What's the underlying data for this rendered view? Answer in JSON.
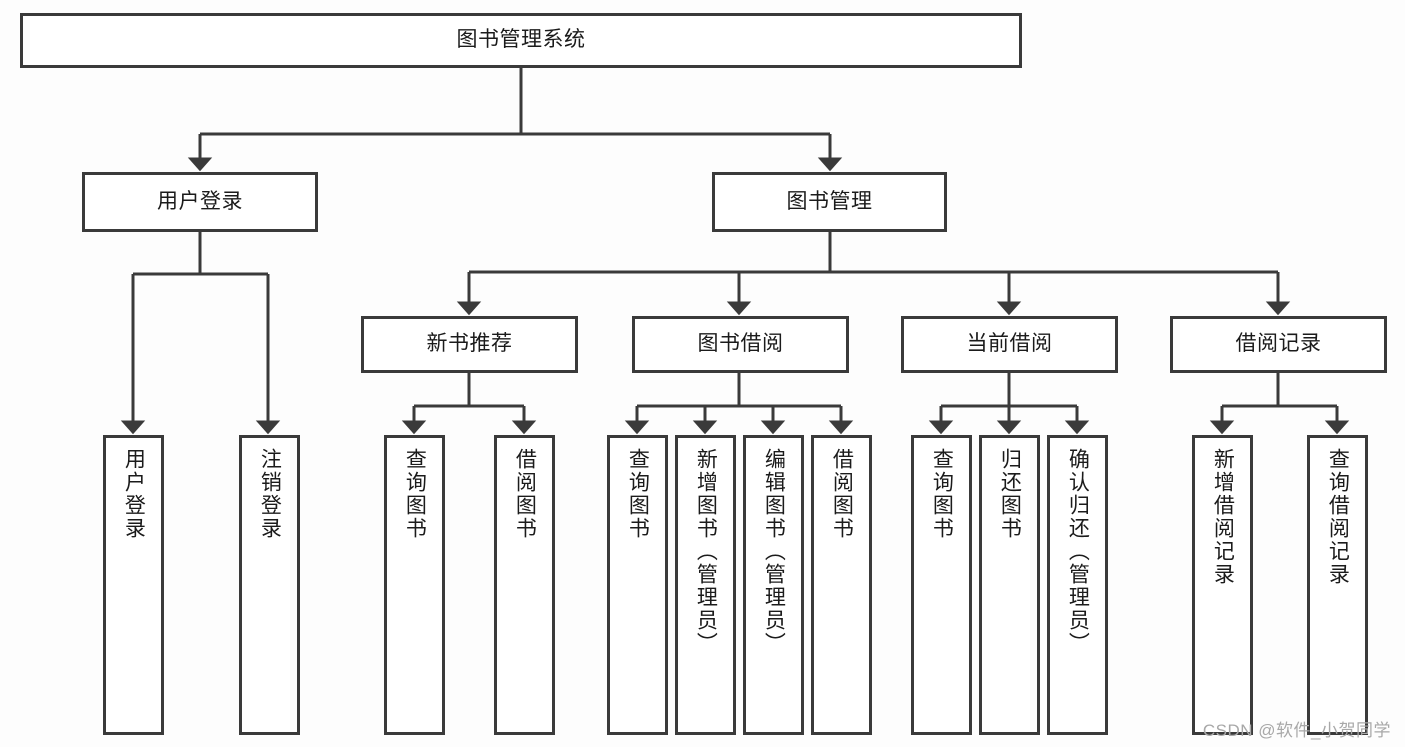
{
  "diagram": {
    "title": "图书管理系统",
    "type": "tree-hierarchy-chart",
    "watermark": "CSDN @软件_小贺同学",
    "colors": {
      "stroke": "#3a3a3a",
      "box_fill": "#ffffff",
      "text": "#1b1b1b",
      "background": "#fdfdfd",
      "watermark": "#a8a8a8"
    },
    "nodes": {
      "root": {
        "label": "图书管理系统"
      },
      "level2": [
        {
          "id": "user-login",
          "label": "用户登录"
        },
        {
          "id": "book-management",
          "label": "图书管理"
        }
      ],
      "level3": [
        {
          "id": "new-book-recommend",
          "label": "新书推荐"
        },
        {
          "id": "book-borrow",
          "label": "图书借阅"
        },
        {
          "id": "current-borrow",
          "label": "当前借阅"
        },
        {
          "id": "borrow-record",
          "label": "借阅记录"
        }
      ],
      "leaves": [
        {
          "id": "leaf-user-login",
          "label": "用户登录"
        },
        {
          "id": "leaf-logout-login",
          "label": "注销登录"
        },
        {
          "id": "leaf-query-book-1",
          "label": "查询图书"
        },
        {
          "id": "leaf-borrow-book-1",
          "label": "借阅图书"
        },
        {
          "id": "leaf-query-book-2",
          "label": "查询图书"
        },
        {
          "id": "leaf-add-book",
          "label": "新增图书（管理员）"
        },
        {
          "id": "leaf-edit-book",
          "label": "编辑图书（管理员）"
        },
        {
          "id": "leaf-borrow-book-2",
          "label": "借阅图书"
        },
        {
          "id": "leaf-query-book-3",
          "label": "查询图书"
        },
        {
          "id": "leaf-return-book",
          "label": "归还图书"
        },
        {
          "id": "leaf-confirm-return",
          "label": "确认归还（管理员）"
        },
        {
          "id": "leaf-add-borrow-record",
          "label": "新增借阅记录"
        },
        {
          "id": "leaf-query-borrow-record",
          "label": "查询借阅记录"
        }
      ]
    }
  }
}
